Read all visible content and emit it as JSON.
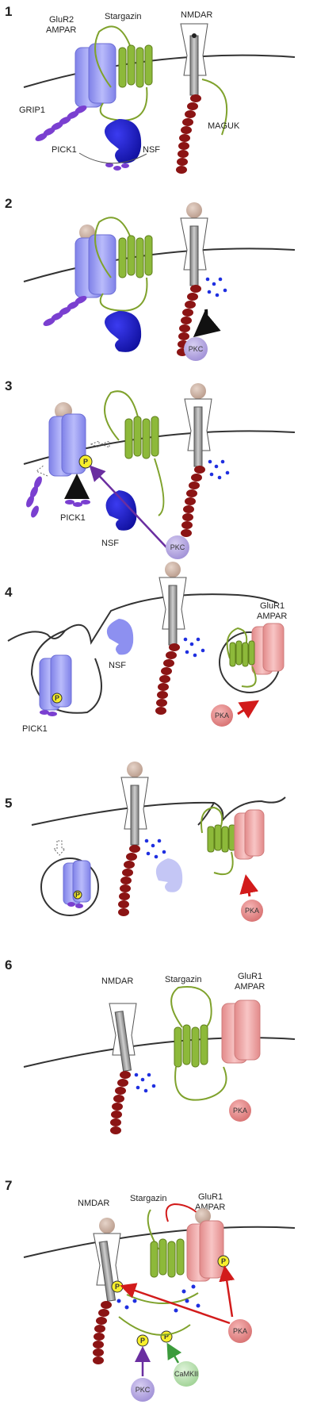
{
  "panels": [
    {
      "number": "1",
      "labels": {
        "glur2_ampar_line1": "GluR2",
        "glur2_ampar_line2": "AMPAR",
        "stargazin": "Stargazin",
        "nmdar": "NMDAR",
        "grip1": "GRIP1",
        "maguk": "MAGUK",
        "pick1": "PICK1",
        "nsf": "NSF"
      }
    },
    {
      "number": "2",
      "labels": {
        "pkc": "PKC"
      }
    },
    {
      "number": "3",
      "labels": {
        "pick1": "PICK1",
        "nsf": "NSF",
        "pkc": "PKC",
        "p": "P"
      }
    },
    {
      "number": "4",
      "labels": {
        "pick1": "PICK1",
        "nsf": "NSF",
        "glur1_ampar_line1": "GluR1",
        "glur1_ampar_line2": "AMPAR",
        "pka": "PKA",
        "p": "P"
      }
    },
    {
      "number": "5",
      "labels": {
        "pka": "PKA",
        "p": "P"
      }
    },
    {
      "number": "6",
      "labels": {
        "nmdar": "NMDAR",
        "stargazin": "Stargazin",
        "glur1_ampar_line1": "GluR1",
        "glur1_ampar_line2": "AMPAR",
        "pka": "PKA"
      }
    },
    {
      "number": "7",
      "labels": {
        "nmdar": "NMDAR",
        "stargazin": "Stargazin",
        "glur1_ampar_line1": "GluR1",
        "glur1_ampar_line2": "AMPAR",
        "pka": "PKA",
        "pkc": "PKC",
        "camkii": "CaMKII",
        "p": "P"
      }
    }
  ],
  "colors": {
    "glur2": "#9a9cf2",
    "glur1": "#f0a3a3",
    "stargazin": "#7fa22c",
    "nmdar_body": "#ffffff",
    "maguk": "#8b1414",
    "nsf": "#1a1ad0",
    "grip1": "#7a3fd0",
    "pkc": "#b7a9e0",
    "pka": "#e88c8c",
    "camkii": "#b6e2b0",
    "phospho": "#f7ef2b",
    "arrow_red": "#d21b1b",
    "arrow_purple": "#6a2ea0",
    "arrow_green": "#3c9b3c",
    "dots": "#1f2fe0"
  }
}
